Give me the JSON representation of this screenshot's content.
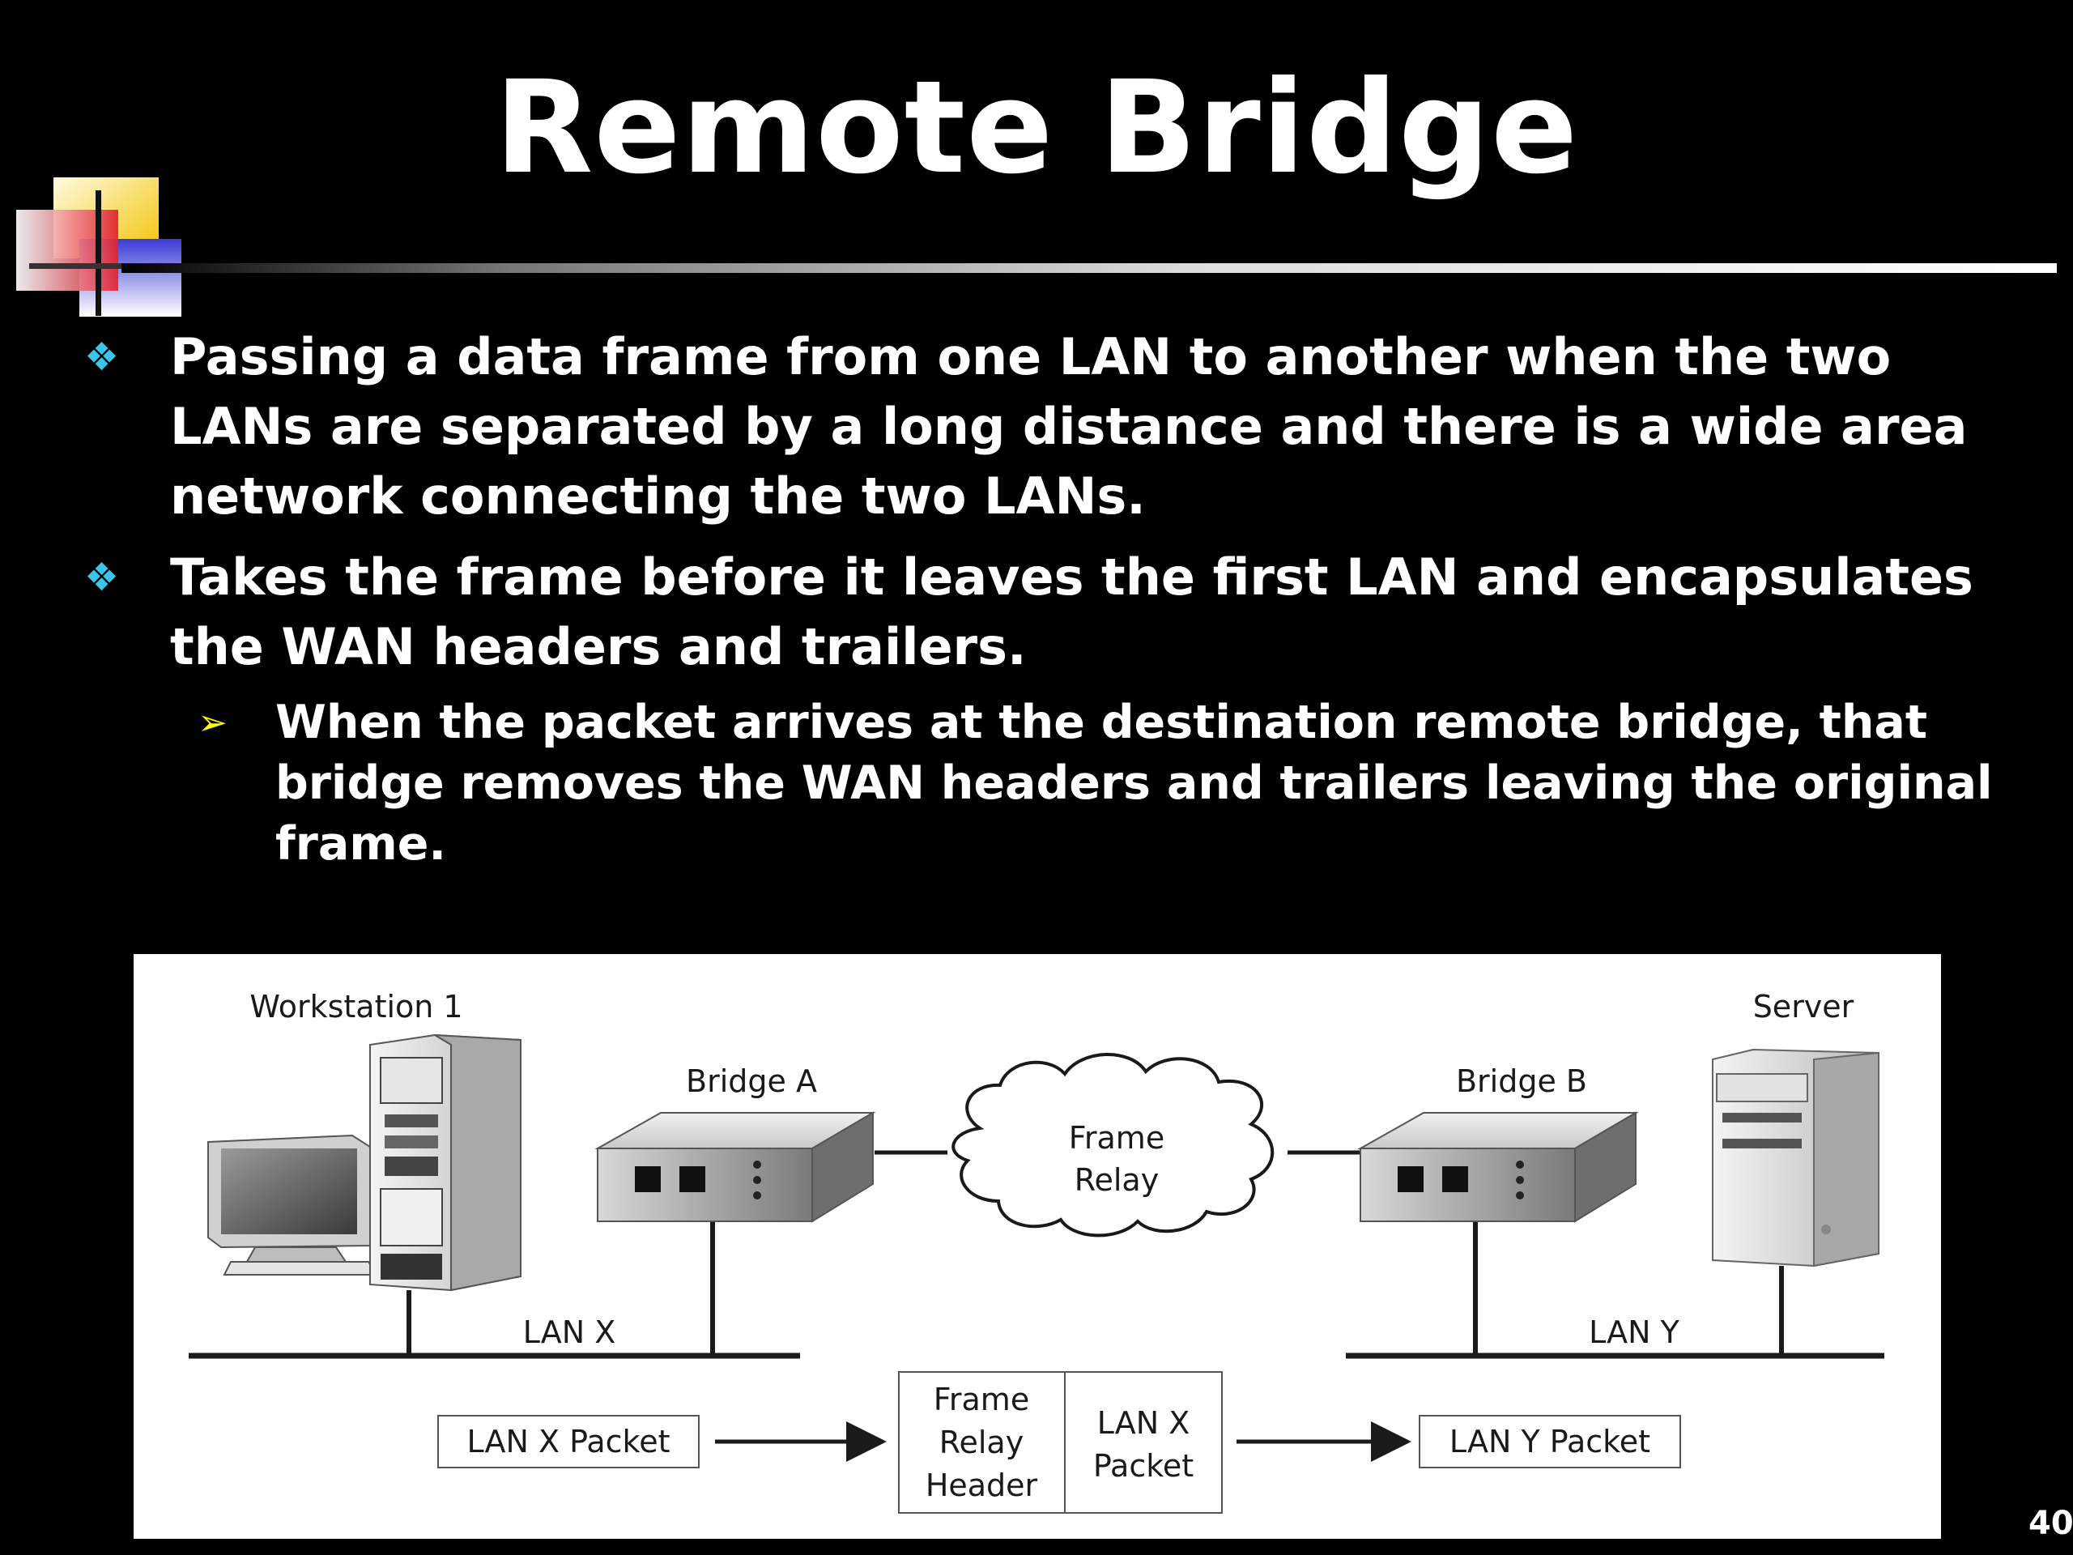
{
  "slide": {
    "title": "Remote Bridge",
    "page_number": "40"
  },
  "bullets": [
    {
      "text": "Passing a data frame from one LAN to another when the two LANs are separated by a long distance and there is a wide area network connecting the two LANs.",
      "marker": "❖"
    },
    {
      "text": "Takes the frame before it leaves the first LAN and encapsulates the WAN headers and trailers.",
      "marker": "❖"
    }
  ],
  "sub_bullets": [
    {
      "text": "When the packet arrives at the destination remote bridge, that bridge removes the WAN headers and trailers leaving the original frame.",
      "marker": "➢"
    }
  ],
  "diagram": {
    "workstation_label": "Workstation 1",
    "server_label": "Server",
    "bridge_a_label": "Bridge A",
    "bridge_b_label": "Bridge B",
    "cloud_line1": "Frame",
    "cloud_line2": "Relay",
    "lan_x_label": "LAN X",
    "lan_y_label": "LAN Y",
    "packet_in": "LAN X Packet",
    "header_line1": "Frame",
    "header_line2": "Relay",
    "header_line3": "Header",
    "inner_line1": "LAN X",
    "inner_line2": "Packet",
    "packet_out": "LAN Y Packet"
  },
  "colors": {
    "bullet_marker": "#39c6ea",
    "sub_bullet_marker": "#ffff00",
    "background": "#000000",
    "text": "#ffffff"
  }
}
